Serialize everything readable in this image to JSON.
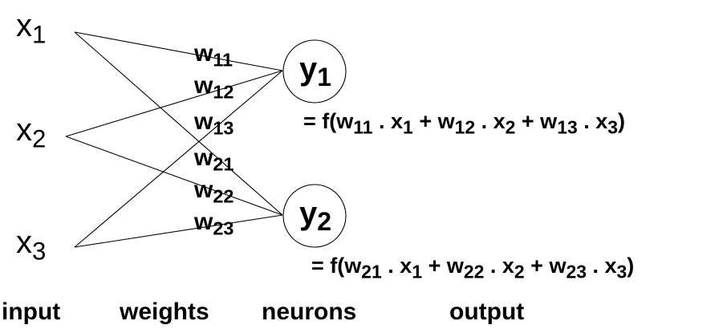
{
  "inputs": [
    {
      "base": "x",
      "sub": "1"
    },
    {
      "base": "x",
      "sub": "2"
    },
    {
      "base": "x",
      "sub": "3"
    }
  ],
  "weights": [
    {
      "base": "w",
      "sub": "11"
    },
    {
      "base": "w",
      "sub": "12"
    },
    {
      "base": "w",
      "sub": "13"
    },
    {
      "base": "w",
      "sub": "21"
    },
    {
      "base": "w",
      "sub": "22"
    },
    {
      "base": "w",
      "sub": "23"
    }
  ],
  "neurons": [
    {
      "base": "y",
      "sub": "1"
    },
    {
      "base": "y",
      "sub": "2"
    }
  ],
  "equations": {
    "y1": {
      "prefix": "= f(w",
      "s1": "11",
      "t1": " . x",
      "s2": "1",
      "t2": " + w",
      "s3": "12",
      "t3": " .  x",
      "s4": "2",
      "t4": " + w",
      "s5": "13",
      "t5": " . x",
      "s6": "3",
      "t6": ")"
    },
    "y2": {
      "prefix": "= f(w",
      "s1": "21",
      "t1": " . x",
      "s2": "1",
      "t2": " + w",
      "s3": "22",
      "t3": " . x",
      "s4": "2",
      "t4": " + w",
      "s5": "23",
      "t5": " . x",
      "s6": "3",
      "t6": ")"
    }
  },
  "captions": {
    "input": "input",
    "weights": "weights",
    "neurons": "neurons",
    "output": "output"
  }
}
